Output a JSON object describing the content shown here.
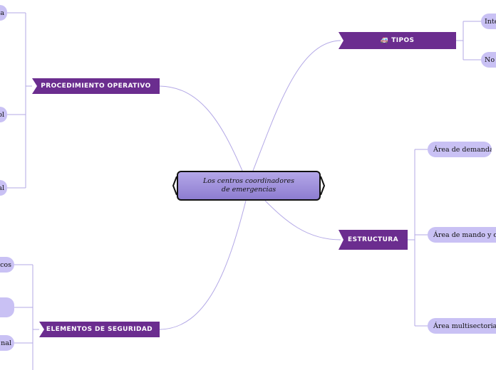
{
  "central": {
    "text": "Los centros coordinadores de emergencias"
  },
  "left_top": {
    "label": "PROCEDIMIENTO OPERATIVO",
    "children": [
      "a",
      "ol",
      "al"
    ]
  },
  "left_bottom": {
    "label": "ELEMENTOS DE SEGURIDAD",
    "children": [
      "cos",
      "",
      "nal"
    ]
  },
  "right_top": {
    "label": "TIPOS",
    "icon": "ambulance-icon",
    "children": [
      "Inte",
      "No"
    ]
  },
  "right_bottom": {
    "label": "ESTRUCTURA",
    "children": [
      "Área de demanda",
      "Área de mando y con",
      "Área multisectorial"
    ]
  },
  "colors": {
    "main_topic": "#6b2d8f",
    "subtopic": "#c9c1f4",
    "connector": "#b3a8e6",
    "central_fill": "#a293de"
  }
}
